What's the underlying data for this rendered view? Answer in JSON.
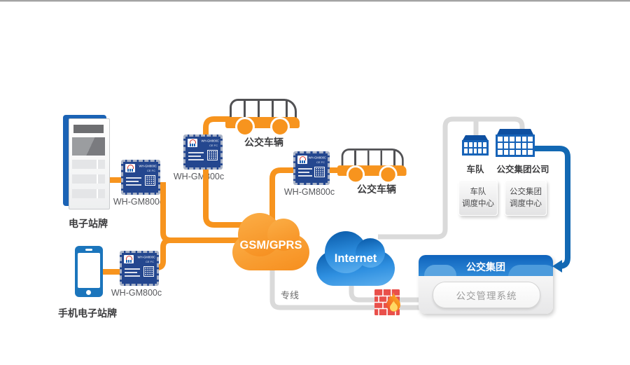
{
  "nodes": {
    "kiosk": {
      "label": "电子站牌"
    },
    "phone": {
      "label": "手机电子站牌"
    },
    "module": {
      "label": "WH-GM800c",
      "chip_title": "WH-GM800C",
      "chip_marks": "CE FC"
    },
    "bus": {
      "label": "公交车辆"
    },
    "gsm": {
      "label": "GSM/GPRS"
    },
    "internet": {
      "label": "Internet"
    },
    "dedicated_line": {
      "label": "专线"
    },
    "fleet_building": {
      "label": "车队"
    },
    "group_building": {
      "label": "公交集团公司"
    },
    "fleet_center": {
      "line1": "车队",
      "line2": "调度中心"
    },
    "group_center": {
      "line1": "公交集团",
      "line2": "调度中心"
    },
    "panel": {
      "title": "公交集团",
      "system": "公交管理系统"
    }
  },
  "colors": {
    "orange": "#F7941E",
    "gray_line": "#DADADA",
    "blue_line": "#1268B3",
    "module_blue": "#24478F",
    "building_blue": "#1763B8",
    "firewall_red": "#E9504B",
    "panel_header_blue": "#1065BE"
  }
}
